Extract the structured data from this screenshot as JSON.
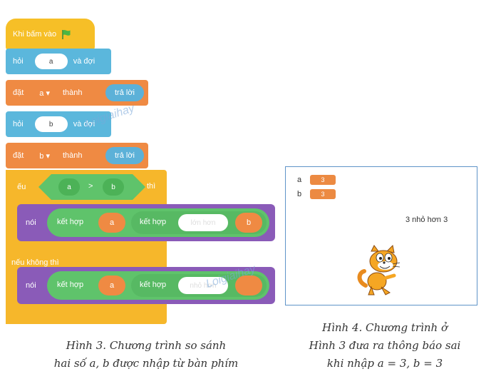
{
  "blocks": {
    "when_flag": "Khi bấm vào",
    "say_ask": {
      "label": "hỏi",
      "value": "a",
      "suffix": "và đợi"
    },
    "set_a": {
      "label": "đặt",
      "var": "a ▾",
      "to": "thành",
      "value": "trả lời"
    },
    "say_ask2": {
      "label": "hỏi",
      "value": "b",
      "suffix": "và đợi"
    },
    "set_b": {
      "label": "đặt",
      "var": "b ▾",
      "to": "thành",
      "value": "trả lời"
    },
    "if": {
      "label": "nếu",
      "left": "a",
      "op": ">",
      "right": "b",
      "then": "thì"
    },
    "say1": {
      "label": "nói",
      "join": "kết hợp",
      "a": "a",
      "join2": "kết hợp",
      "text": "lớn hơn",
      "b": "b"
    },
    "else": "nếu không thì",
    "say2": {
      "label": "nói",
      "join": "kết hợp",
      "a": "a",
      "join2": "kết hợp",
      "text": "nhỏ hơn"
    }
  },
  "stage": {
    "var_a_label": "a",
    "var_a_value": "3",
    "var_b_label": "b",
    "var_b_value": "3",
    "speech": "3 nhỏ hơn 3"
  },
  "captions": {
    "fig3_line1": "Hình 3. Chương trình so sánh",
    "fig3_line2": "hai số a, b được nhập từ bàn phím",
    "fig4_line1": "Hình 4. Chương trình ở",
    "fig4_line2": "Hình 3 đưa ra thông báo sai",
    "fig4_line3": "khi nhập a = 3, b = 3"
  },
  "watermark": "Loigiaihay"
}
